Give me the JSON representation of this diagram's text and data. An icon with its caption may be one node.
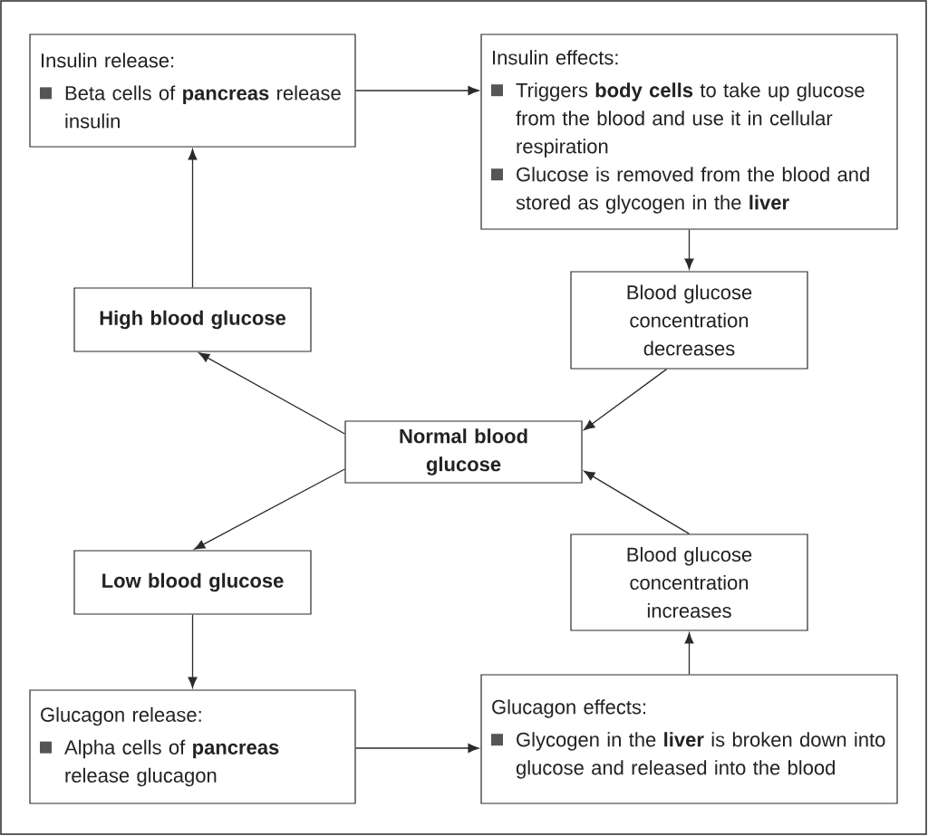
{
  "diagram": {
    "nodes": [
      {
        "text": [
          "Insulin release:",
          "Beta cells of **pancreas** release insulin"
        ]
      },
      {
        "text": [
          "Insulin effects:",
          "Triggers **body cells** to take up glucose from the blood and use it in cellular respiration",
          "Glucose is removed from the blood and stored as glycogen in the **liver**"
        ]
      },
      {
        "text": [
          "High blood glucose"
        ]
      },
      {
        "text": [
          "Blood glucose concentration decreases"
        ]
      },
      {
        "text": [
          "Normal blood glucose"
        ]
      },
      {
        "text": [
          "Low blood glucose"
        ]
      },
      {
        "text": [
          "Blood glucose concentration increases"
        ]
      },
      {
        "text": [
          "Glucagon release:",
          "Alpha cells of **pancreas** release glucagon"
        ]
      },
      {
        "text": [
          "Glucagon effects:",
          "Glycogen in the **liver** is broken down into glucose and released into the blood"
        ]
      }
    ],
    "edges": [
      {
        "from": 0,
        "to": 1,
        "arrow": "to"
      },
      {
        "from": 2,
        "to": 0,
        "arrow": "to"
      },
      {
        "from": 1,
        "to": 3,
        "arrow": "to"
      },
      {
        "from": 3,
        "to": 4,
        "arrow": "to"
      },
      {
        "from": 4,
        "to": 2,
        "arrow": "to"
      },
      {
        "from": 4,
        "to": 5,
        "arrow": "to"
      },
      {
        "from": 5,
        "to": 7,
        "arrow": "to"
      },
      {
        "from": 7,
        "to": 8,
        "arrow": "to"
      },
      {
        "from": 8,
        "to": 6,
        "arrow": "to"
      },
      {
        "from": 6,
        "to": 4,
        "arrow": "to"
      }
    ]
  }
}
